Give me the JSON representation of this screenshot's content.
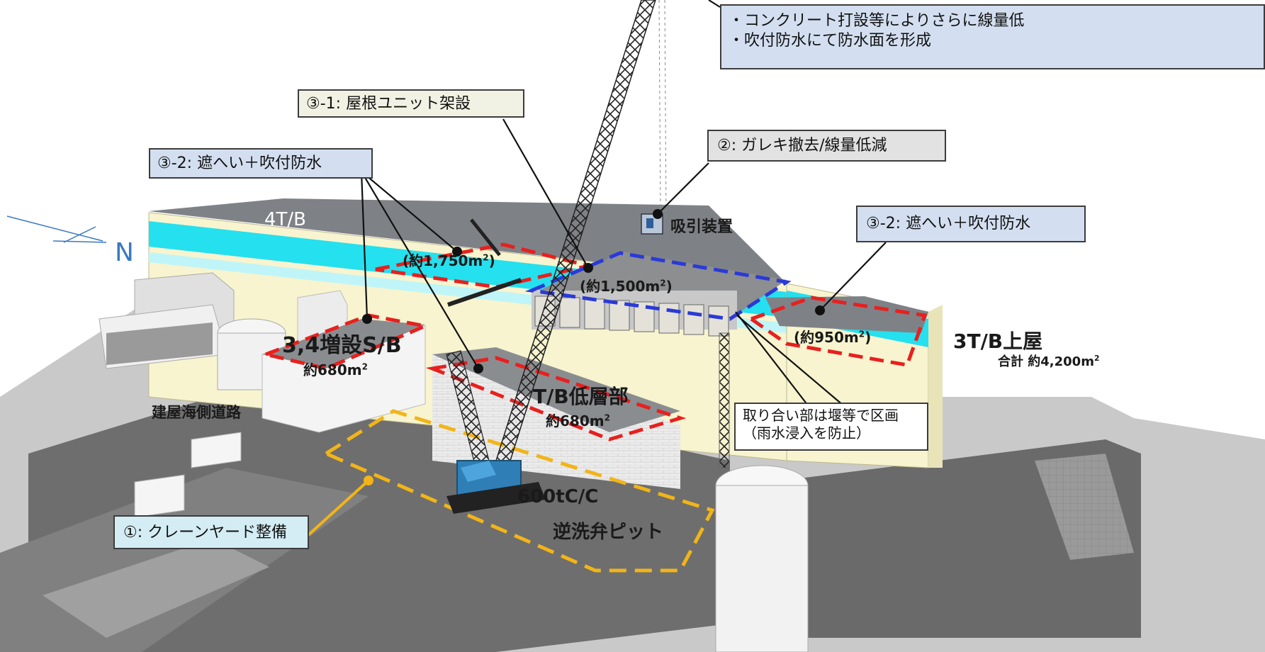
{
  "callouts": {
    "top_right_line1": "・コンクリート打設等によりさらに線量低",
    "top_right_line2": "・吹付防水にて防水面を形成",
    "roof_unit": "③-1: 屋根ユニット架設",
    "rubble_removal": "②: ガレキ撤去/線量低減",
    "shield_left": "③-2: 遮へい＋吹付防水",
    "shield_right": "③-2: 遮へい＋吹付防水",
    "crane_yard": "①: クレーンヤード整備",
    "junction_line1": "取り合い部は堰等で区画",
    "junction_line2": "（雨水浸入を防止）"
  },
  "labels": {
    "building_4tb": "4T/B",
    "north": "N",
    "suction_device": "吸引装置",
    "area_1750": "(約1,750m",
    "area_1500": "(約1,500m",
    "area_950": "(約950m",
    "sb_name": "3,4増設S/B",
    "sb_area": "約680m",
    "tb_low_name": "T/B低層部",
    "tb_low_area": "約680m",
    "seaside_road": "建屋海側道路",
    "building_3tb": "3T/B上屋",
    "total_area": "合計 約4,200m",
    "crane": "600tC/C",
    "pit": "逆洗弁ピット",
    "sq": "2",
    "paren": ")"
  },
  "colors": {
    "red_dash": "#e8201e",
    "blue_dash": "#2a3ad8",
    "orange_dash": "#f2b418",
    "crane_lattice": "#2a2a2a",
    "crane_base": "#2f7fb6",
    "building_wall": "#f7f4cf",
    "cyan_stripe": "#25e0ee",
    "roof": "#7e8287",
    "ground": "#6f6f6f"
  }
}
